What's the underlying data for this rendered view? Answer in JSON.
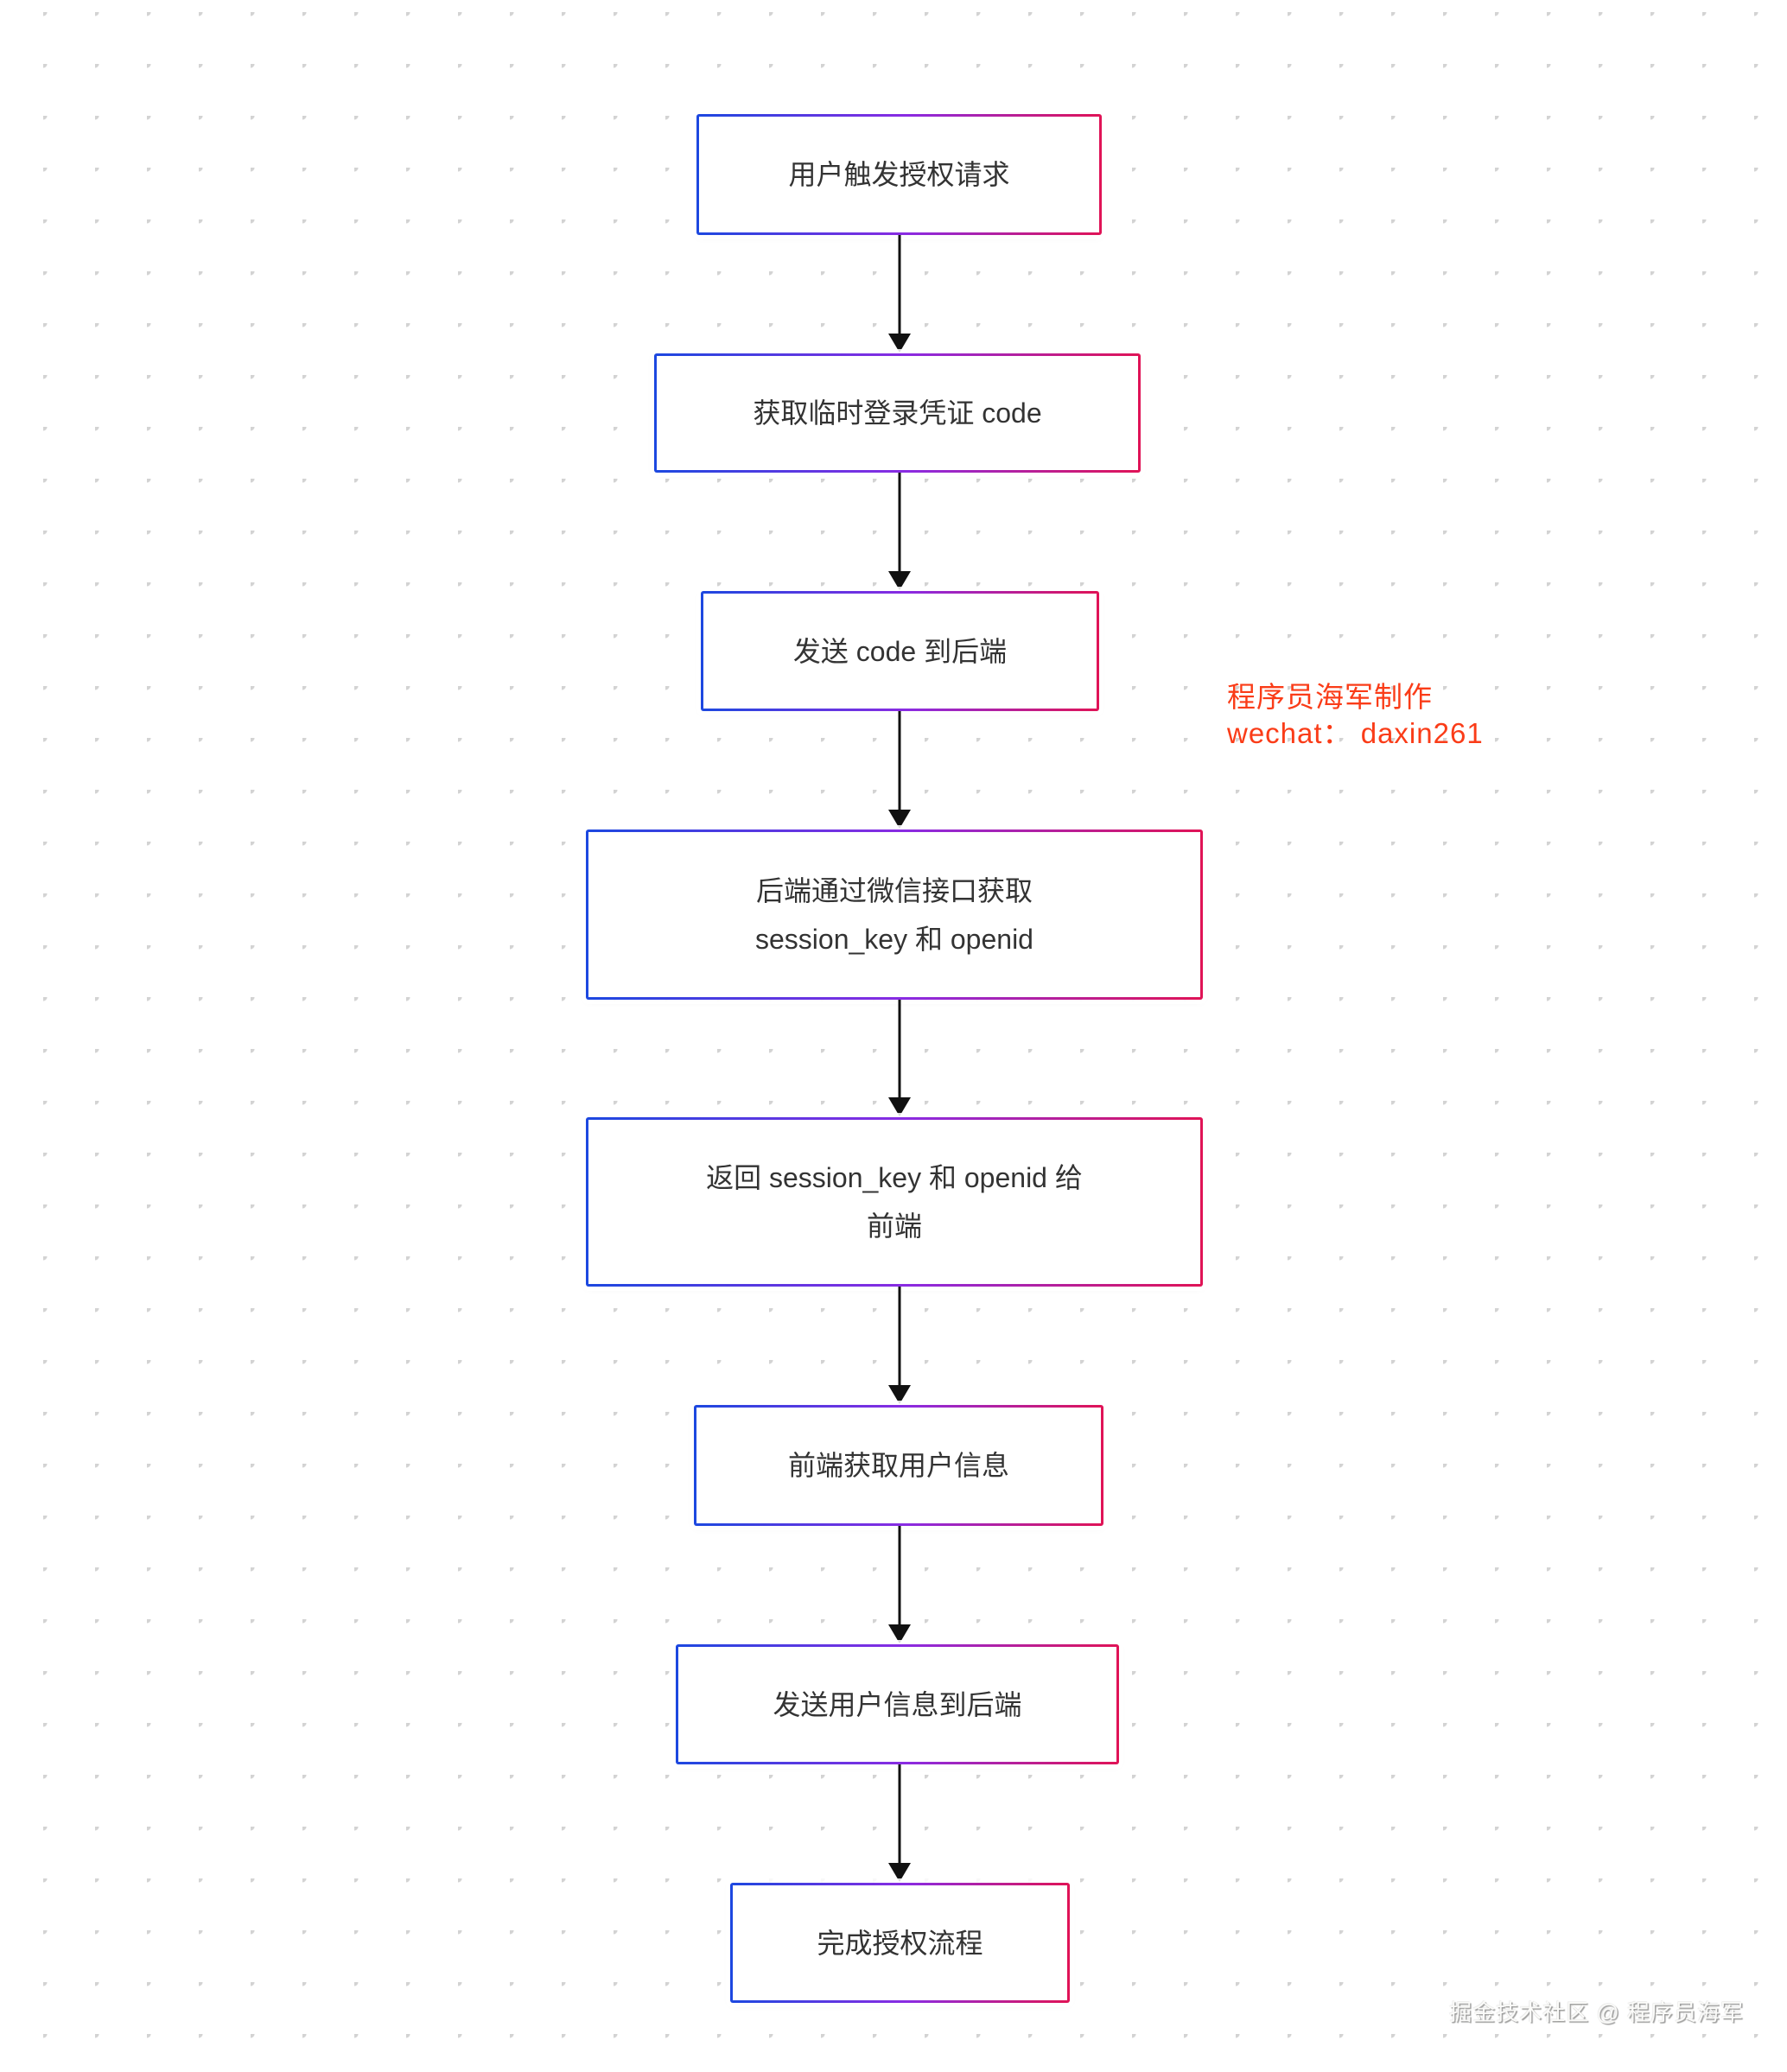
{
  "nodes": [
    {
      "id": "trigger-auth-request",
      "label": "用户触发授权请求"
    },
    {
      "id": "get-temp-login-code",
      "label": "获取临时登录凭证 code"
    },
    {
      "id": "send-code-to-backend",
      "label": "发送 code 到后端"
    },
    {
      "id": "backend-fetch-session",
      "label": "后端通过微信接口获取\nsession_key 和 openid"
    },
    {
      "id": "return-session-to-frontend",
      "label": "返回 session_key 和 openid 给\n前端"
    },
    {
      "id": "frontend-get-userinfo",
      "label": "前端获取用户信息"
    },
    {
      "id": "send-userinfo-to-backend",
      "label": "发送用户信息到后端"
    },
    {
      "id": "complete-auth-flow",
      "label": "完成授权流程"
    }
  ],
  "annotation": {
    "lines": [
      "程序员海军制作",
      "wechat：  daxin261"
    ],
    "color": "#fa3c18"
  },
  "watermark": {
    "text": "掘金技术社区 @ 程序员海军"
  },
  "colors": {
    "border_gradient_left": "#1c48e0",
    "border_gradient_mid": "#8a2be2",
    "border_gradient_right": "#e01356",
    "arrow": "#111111",
    "node_text": "#333333",
    "dot": "#d3d3d3",
    "background": "#ffffff"
  }
}
